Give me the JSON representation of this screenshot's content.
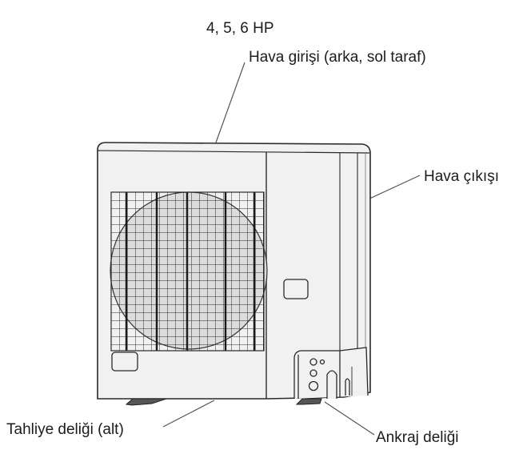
{
  "diagram": {
    "title": "4, 5, 6 HP",
    "subject": "outdoor-unit",
    "labels": {
      "air_inlet": "Hava girişi (arka, sol taraf)",
      "air_outlet": "Hava çıkışı",
      "drain_hole": "Tahliye deliği (alt)",
      "anchor_hole": "Ankraj deliği"
    },
    "colors": {
      "line": "#2a2a2a",
      "panel_fill": "#f1f1f1",
      "fan_fill": "#dcdcdc",
      "leader": "#555555",
      "text": "#1c1c1c"
    }
  }
}
